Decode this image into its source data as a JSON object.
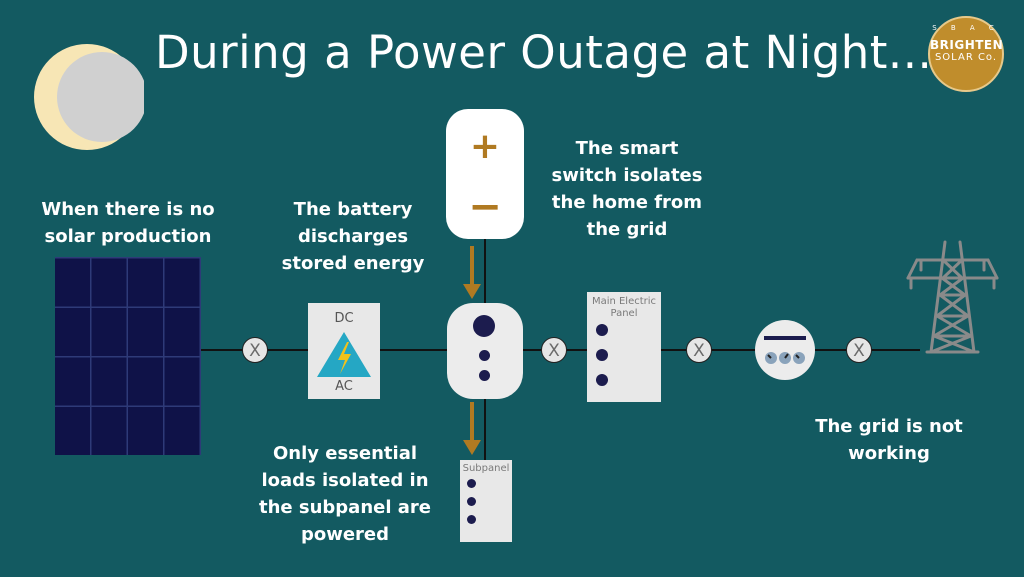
{
  "title": "During a Power Outage at Night...",
  "logo": {
    "line1": "BRIGHTEN",
    "line2": "SOLAR Co.",
    "letters": "S B A C"
  },
  "labels": {
    "solar": "When there is no solar production",
    "battery": "The battery discharges stored energy",
    "switch": "The smart switch isolates the home from the grid",
    "subpanel_note": "Only essential loads isolated in the subpanel are powered",
    "grid": "The grid is not working"
  },
  "inverter": {
    "top": "DC",
    "bottom": "AC"
  },
  "battery_symbols": {
    "plus": "+",
    "minus": "−"
  },
  "main_panel": {
    "title": "Main Electric Panel"
  },
  "subpanel": {
    "title": "Subpanel"
  },
  "breaker_symbol": "X",
  "colors": {
    "background": "#135a61",
    "accent": "#b07a22",
    "panel": "#e8e8e8",
    "dots": "#1c1c4e",
    "solar": "#0f1248"
  }
}
